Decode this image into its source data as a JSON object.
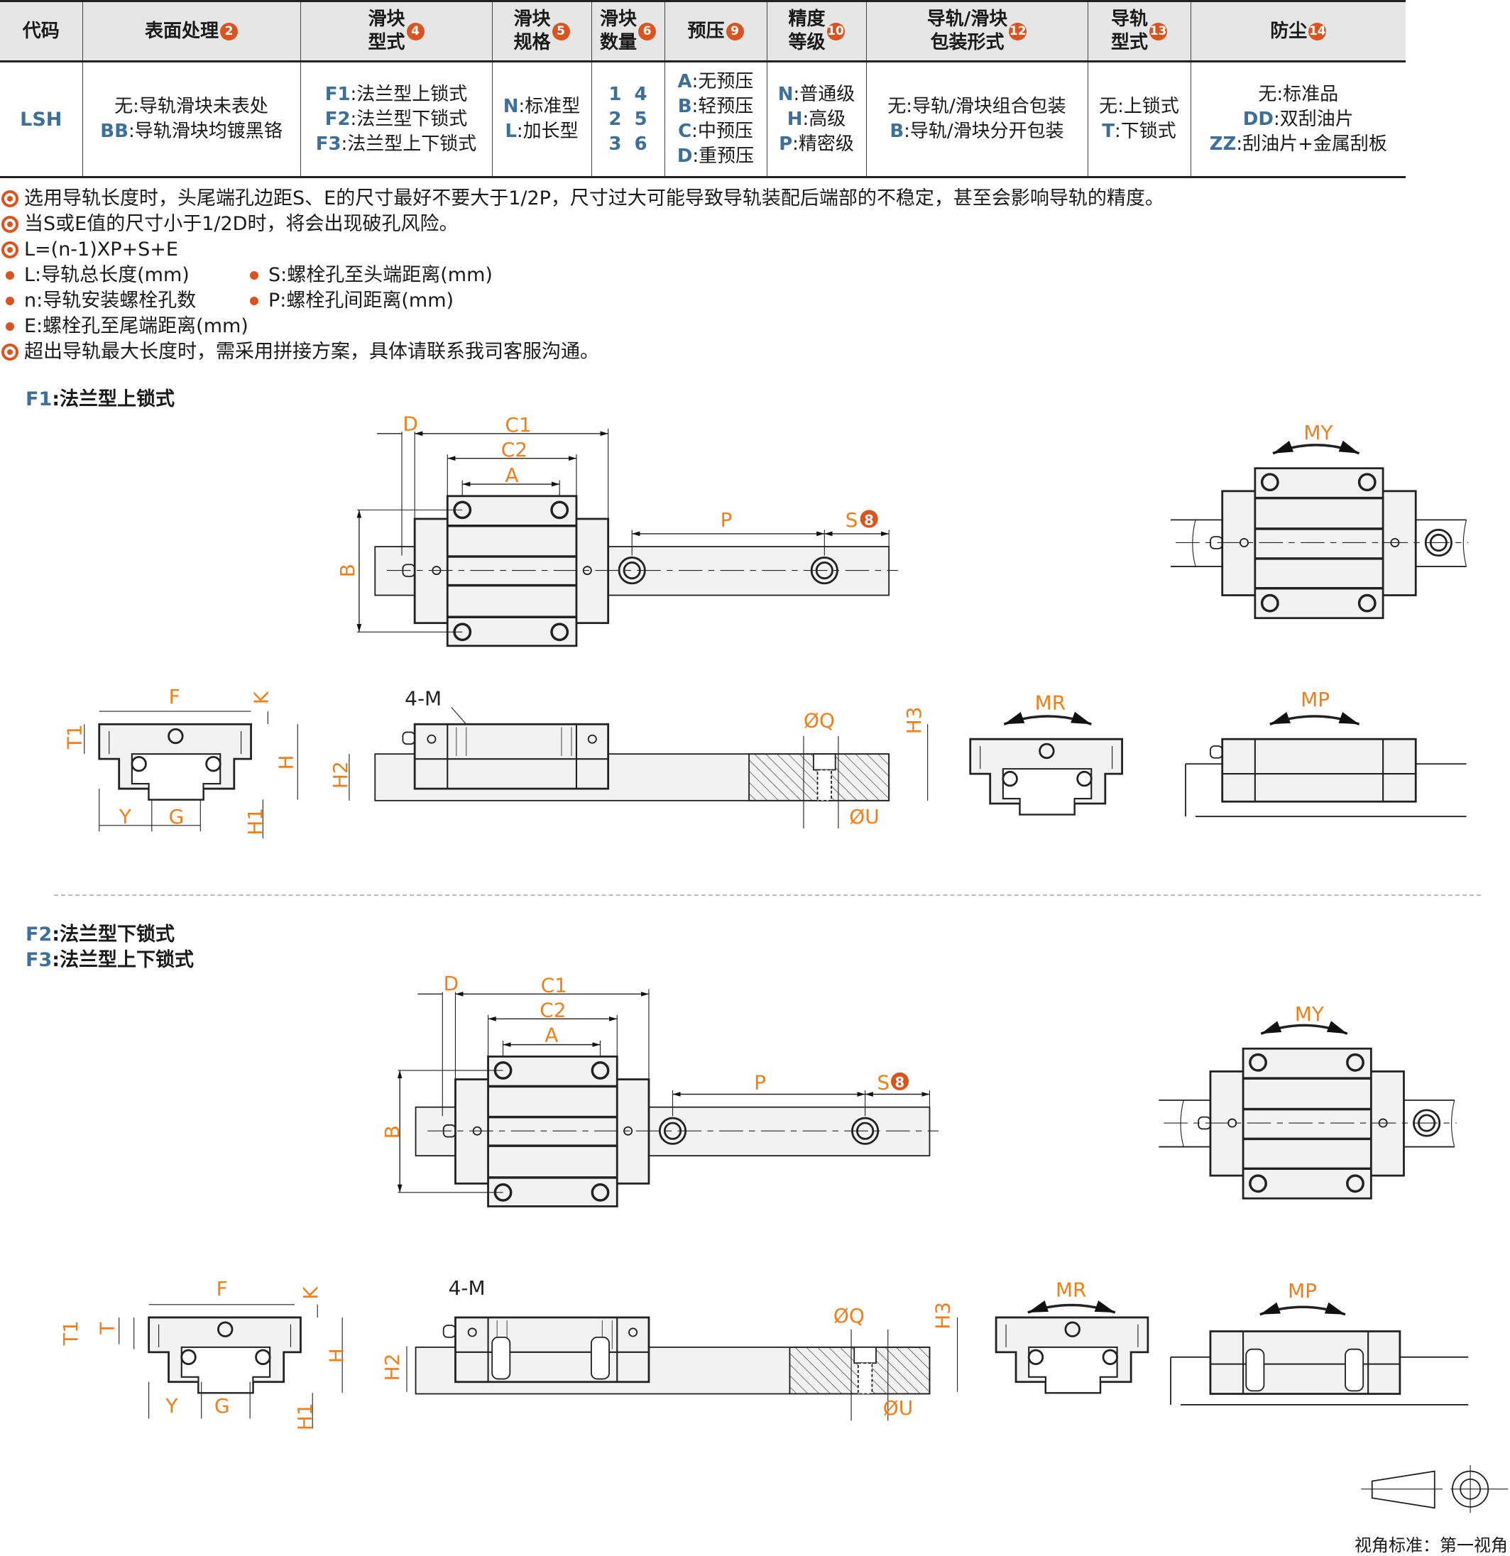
{
  "table": {
    "headers": [
      {
        "text": "代码",
        "badge": ""
      },
      {
        "text": "表面处理",
        "badge": "2"
      },
      {
        "text": "滑块\n型式",
        "badge": "4"
      },
      {
        "text": "滑块\n规格",
        "badge": "5"
      },
      {
        "text": "滑块\n数量",
        "badge": "6"
      },
      {
        "text": "预压",
        "badge": "9"
      },
      {
        "text": "精度\n等级",
        "badge": "10"
      },
      {
        "text": "导轨/滑块\n包装形式",
        "badge": "12"
      },
      {
        "text": "导轨\n型式",
        "badge": "13"
      },
      {
        "text": "防尘",
        "badge": "14"
      }
    ],
    "cells": [
      [
        {
          "code": "LSH",
          "text": ""
        }
      ],
      [
        {
          "code": "",
          "text": "无:导轨滑块未表处"
        },
        {
          "code": "BB",
          "text": ":导轨滑块均镀黑铬"
        }
      ],
      [
        {
          "code": "F1",
          "text": ":法兰型上锁式"
        },
        {
          "code": "F2",
          "text": ":法兰型下锁式"
        },
        {
          "code": "F3",
          "text": ":法兰型上下锁式"
        }
      ],
      [
        {
          "code": "N",
          "text": ":标准型"
        },
        {
          "code": "L",
          "text": ":加长型"
        }
      ],
      [
        {
          "code": "1  4",
          "text": ""
        },
        {
          "code": "2  5",
          "text": ""
        },
        {
          "code": "3  6",
          "text": ""
        }
      ],
      [
        {
          "code": "A",
          "text": ":无预压"
        },
        {
          "code": "B",
          "text": ":轻预压"
        },
        {
          "code": "C",
          "text": ":中预压"
        },
        {
          "code": "D",
          "text": ":重预压"
        }
      ],
      [
        {
          "code": "N",
          "text": ":普通级"
        },
        {
          "code": "H",
          "text": ":高级"
        },
        {
          "code": "P",
          "text": ":精密级"
        }
      ],
      [
        {
          "code": "",
          "text": "无:导轨/滑块组合包装"
        },
        {
          "code": "B",
          "text": ":导轨/滑块分开包装"
        }
      ],
      [
        {
          "code": "",
          "text": "无:上锁式"
        },
        {
          "code": "T",
          "text": ":下锁式"
        }
      ],
      [
        {
          "code": "",
          "text": "无:标准品"
        },
        {
          "code": "DD",
          "text": ":双刮油片"
        },
        {
          "code": "ZZ",
          "text": ":刮油片+金属刮板"
        }
      ]
    ]
  },
  "notes": {
    "n1": "选用导轨长度时，头尾端孔边距S、E的尺寸最好不要大于1/2P，尺寸过大可能导致导轨装配后端部的不稳定，甚至会影响导轨的精度。",
    "n2": "当S或E值的尺寸小于1/2D时，将会出现破孔风险。",
    "n3": "L=(n-1)XP+S+E",
    "L": "L:导轨总长度(mm)",
    "S": "S:螺栓孔至头端距离(mm)",
    "n": "n:导轨安装螺栓孔数",
    "P": "P:螺栓孔间距离(mm)",
    "E": "E:螺栓孔至尾端距离(mm)",
    "n4": "超出导轨最大长度时，需采用拼接方案，具体请联系我司客服沟通。"
  },
  "sections": {
    "f1": {
      "code": "F1",
      "title": ":法兰型上锁式"
    },
    "f2": {
      "code": "F2",
      "title": ":法兰型下锁式"
    },
    "f3": {
      "code": "F3",
      "title": ":法兰型上下锁式"
    }
  },
  "labels": {
    "D": "D",
    "C": "C",
    "one": "1",
    "two": "2",
    "A": "A",
    "B": "B",
    "P": "P",
    "S": "S",
    "badge8": "8",
    "M": "M",
    "Y": "Y",
    "R": "R",
    "Pm": "P",
    "F": "F",
    "K": "K",
    "T": "T",
    "H": "H",
    "G": "G",
    "fourM": "4-M",
    "Q": "ØQ",
    "U": "ØU",
    "three": "3"
  },
  "view_standard": "视角标准：第一视角",
  "colors": {
    "accent": "#d9541e",
    "label": "#f07f1a",
    "code": "#3d6f99",
    "header_bg": "#e6e6e6"
  }
}
